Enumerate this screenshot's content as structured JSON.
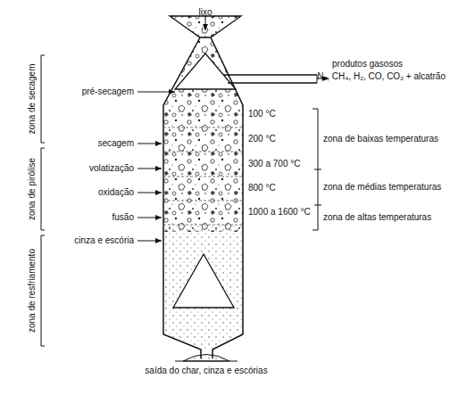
{
  "diagram": {
    "labels": [
      "lixo",
      "pré-secagem",
      "produtos gasosos",
      "N₂, CH₄, H₂, CO, CO₂ + alcatrão",
      "zona de secagem",
      "100 °C",
      "secagem",
      "200 °C",
      "zona de baixas temperaturas",
      "volatização",
      "300 a 700 °C",
      "zona de pirólise",
      "oxidação",
      "800 °C",
      "zona de médias temperaturas",
      "fusão",
      "1000 a 1600 °C",
      "zona de altas temperaturas",
      "cinza e escória",
      "zona de resfriamento",
      "saída do char, cinza e escórias"
    ]
  }
}
